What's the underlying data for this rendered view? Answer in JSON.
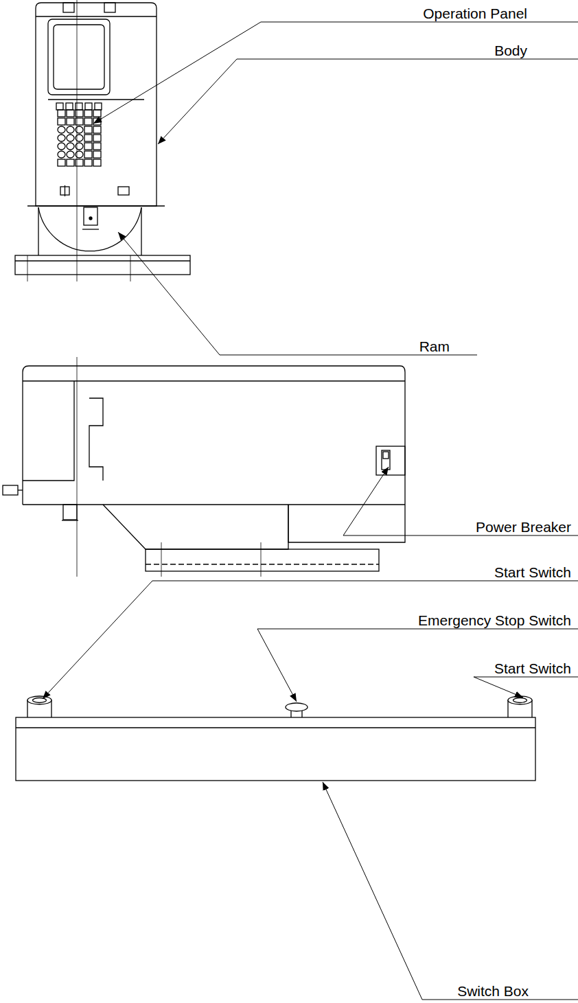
{
  "diagram": {
    "labels": [
      "Operation Panel",
      "Body",
      "Ram",
      "Power Breaker",
      "Start Switch",
      "Emergency Stop Switch",
      "Start Switch",
      "Switch Box"
    ]
  }
}
